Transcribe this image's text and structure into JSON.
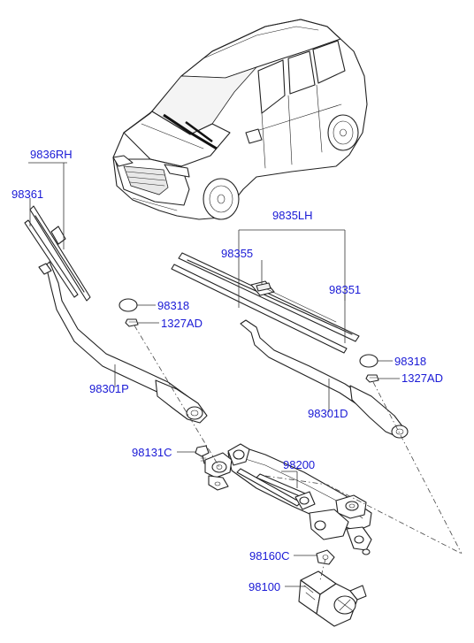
{
  "labels": {
    "wiper_blade_rh_assy": "9836RH",
    "wiper_blade_rh_refill": "98361",
    "wiper_blade_lh_assy": "9835LH",
    "wiper_blade_lh_insert": "98355",
    "wiper_blade_lh_refill": "98351",
    "cap_rh": "98318",
    "nut_rh": "1327AD",
    "wiper_arm_passenger": "98301P",
    "cap_lh": "98318",
    "nut_lh": "1327AD",
    "wiper_arm_driver": "98301D",
    "bolt": "98131C",
    "linkage_assy": "98200",
    "motor_nut": "98160C",
    "wiper_motor": "98100"
  },
  "colors": {
    "label": "#1a1ad6",
    "line": "#222222",
    "part_fill": "#ffffff",
    "shade": "#d4d4d4"
  }
}
